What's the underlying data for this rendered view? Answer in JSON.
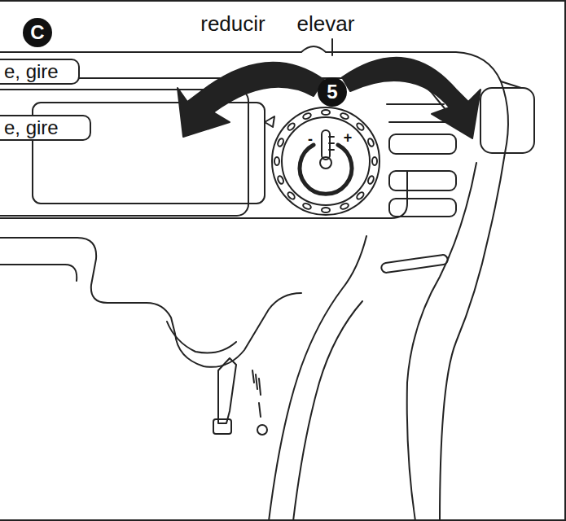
{
  "diagram": {
    "nodes": [
      {
        "text": [
          "C"
        ]
      },
      {
        "text": [
          "e, gire"
        ]
      },
      {
        "text": [
          "e, gire"
        ]
      },
      {
        "text": [
          "5"
        ]
      }
    ],
    "labels": [
      "reducir",
      "elevar",
      "-",
      "+"
    ]
  }
}
